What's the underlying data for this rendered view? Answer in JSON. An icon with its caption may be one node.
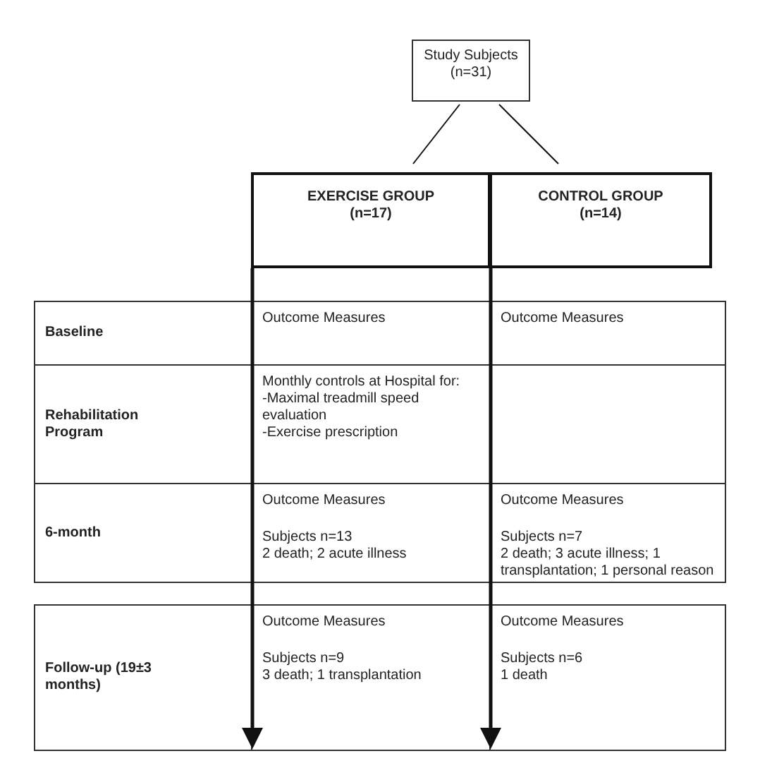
{
  "diagram": {
    "nodes": [
      {
        "text": [
          "Study Subjects (n=31)"
        ]
      },
      {
        "text": [
          "EXERCISE GROUP (n=17)"
        ]
      },
      {
        "text": [
          "CONTROL GROUP (n=14)"
        ]
      },
      {
        "text": [
          "Baseline"
        ]
      },
      {
        "text": [
          "Outcome Measures"
        ]
      },
      {
        "text": [
          "Outcome Measures"
        ]
      },
      {
        "text": [
          "Rehabilitation Program"
        ]
      },
      {
        "text": [
          "Monthly controls at Hospital for:",
          "-Maximal treadmill speed evaluation",
          "-Exercise prescription"
        ]
      },
      {
        "text": [],
        "shape": "box"
      },
      {
        "text": [
          "6-month"
        ]
      },
      {
        "text": [
          "Outcome Measures",
          "Subjects n=13",
          "2 death; 2 acute illness"
        ]
      },
      {
        "text": [
          "Outcome Measures",
          "Subjects n=7",
          "2 death; 3 acute illness; 1 transplantation; 1 personal reason"
        ]
      },
      {
        "text": [
          "Follow-up (19±3 months)"
        ]
      },
      {
        "text": [
          "Outcome Measures",
          "Subjects n=9",
          "3 death; 1 transplantation"
        ]
      },
      {
        "text": [
          "Outcome Measures",
          "Subjects n=6",
          "1 death"
        ]
      }
    ],
    "edges": [
      {
        "from": 0,
        "to": 1,
        "arrow": "none"
      },
      {
        "from": 0,
        "to": 2,
        "arrow": "none"
      },
      {
        "from": 1,
        "to": 13,
        "arrow": "to",
        "style": "thick"
      },
      {
        "from": 2,
        "to": 14,
        "arrow": "to",
        "style": "thick"
      }
    ]
  }
}
